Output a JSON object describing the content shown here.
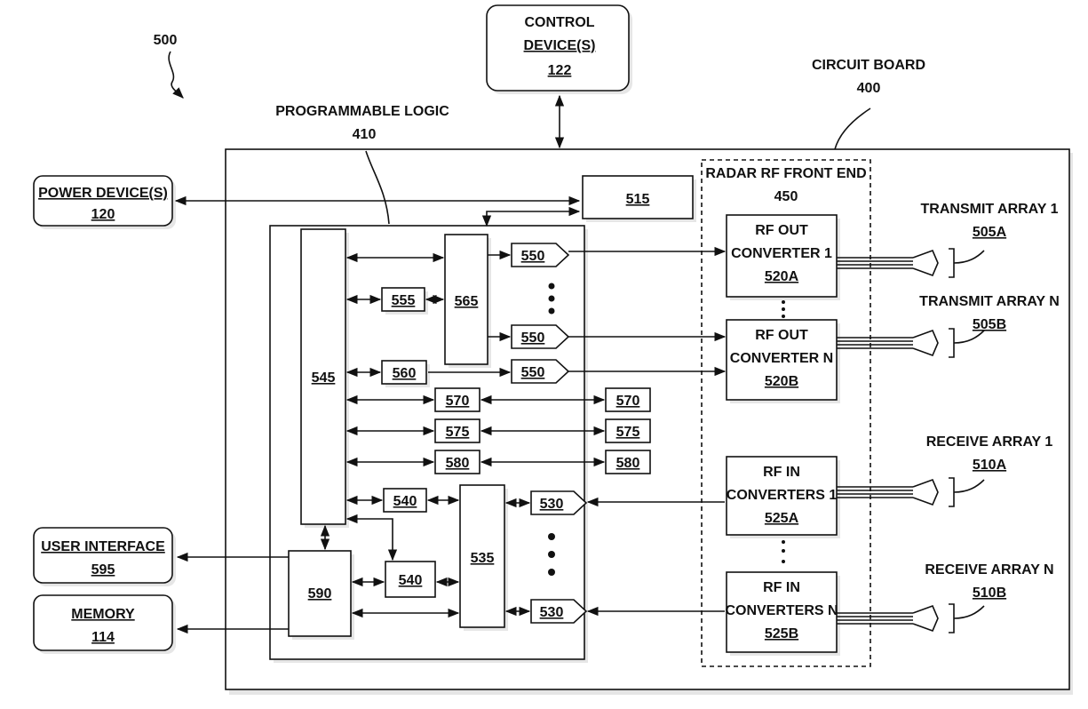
{
  "figure_ref": "500",
  "control_device": {
    "line1": "CONTROL",
    "line2": "DEVICE(S)",
    "ref": "122"
  },
  "circuit_board": {
    "line1": "CIRCUIT BOARD",
    "ref": "400"
  },
  "programmable_logic": {
    "line1": "PROGRAMMABLE LOGIC",
    "ref": "410"
  },
  "power_device": {
    "line1": "POWER DEVICE(S)",
    "ref": "120"
  },
  "user_interface": {
    "line1": "USER INTERFACE",
    "ref": "595"
  },
  "memory": {
    "line1": "MEMORY",
    "ref": "114"
  },
  "rf_front_end": {
    "line1": "RADAR RF FRONT END",
    "ref": "450"
  },
  "blocks": {
    "b515": "515",
    "b545": "545",
    "b565": "565",
    "b555": "555",
    "b560": "560",
    "b550": "550",
    "b570": "570",
    "b575": "575",
    "b580": "580",
    "b540": "540",
    "b535": "535",
    "b530": "530",
    "b590": "590"
  },
  "rf_out_1": {
    "line1": "RF OUT",
    "line2": "CONVERTER 1",
    "ref": "520A"
  },
  "rf_out_n": {
    "line1": "RF OUT",
    "line2": "CONVERTER N",
    "ref": "520B"
  },
  "rf_in_1": {
    "line1": "RF IN",
    "line2": "CONVERTERS 1",
    "ref": "525A"
  },
  "rf_in_n": {
    "line1": "RF IN",
    "line2": "CONVERTERS N",
    "ref": "525B"
  },
  "tx_array_1": {
    "line1": "TRANSMIT ARRAY 1",
    "ref": "505A"
  },
  "tx_array_n": {
    "line1": "TRANSMIT ARRAY N",
    "ref": "505B"
  },
  "rx_array_1": {
    "line1": "RECEIVE ARRAY 1",
    "ref": "510A"
  },
  "rx_array_n": {
    "line1": "RECEIVE ARRAY N",
    "ref": "510B"
  }
}
